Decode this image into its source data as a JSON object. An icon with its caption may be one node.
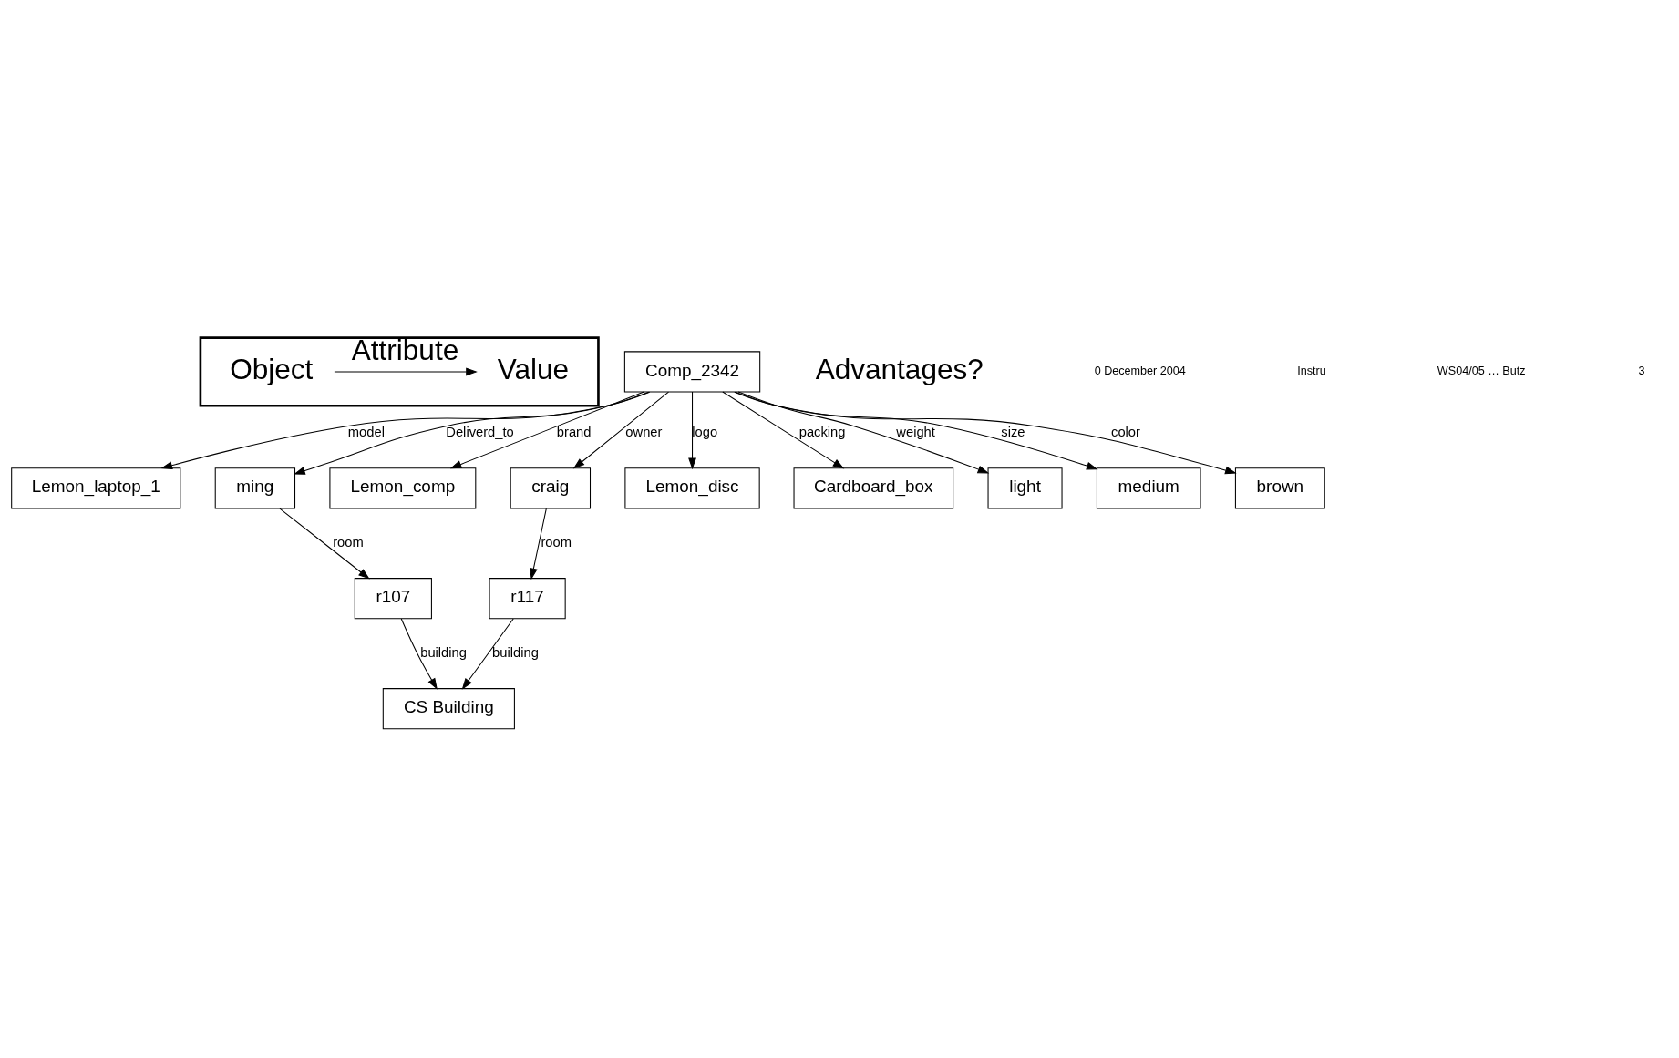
{
  "diagram": {
    "nodes": [
      {
        "text": [],
        "shape": "box"
      },
      {
        "text": [
          "Object"
        ],
        "in": 0
      },
      {
        "text": [
          "Value"
        ],
        "in": 0
      },
      {
        "text": [
          "CS Building"
        ]
      },
      {
        "text": [
          "r107"
        ]
      },
      {
        "text": [
          "r117"
        ]
      },
      {
        "text": [
          "Lemon_laptop_1"
        ]
      },
      {
        "text": [
          "ming"
        ]
      },
      {
        "text": [
          "Lemon_comp"
        ]
      },
      {
        "text": [
          "craig"
        ]
      },
      {
        "text": [
          "Comp_2342"
        ]
      },
      {
        "text": [
          "Lemon_disc"
        ]
      },
      {
        "text": [
          "Cardboard_box"
        ]
      },
      {
        "text": [
          "light"
        ]
      },
      {
        "text": [
          "medium"
        ]
      },
      {
        "text": [
          "brown"
        ]
      }
    ],
    "edges": [
      {
        "from": 1,
        "to": 2,
        "arrow": "to",
        "label": "Attribute"
      },
      {
        "from": 4,
        "to": 3,
        "arrow": "to",
        "label": "building"
      },
      {
        "from": 5,
        "to": 3,
        "arrow": "to",
        "label": "building"
      },
      {
        "from": 7,
        "to": 4,
        "arrow": "to",
        "label": "room"
      },
      {
        "from": 9,
        "to": 5,
        "arrow": "to",
        "label": "room"
      },
      {
        "from": 10,
        "to": 6,
        "arrow": "to",
        "label": "model"
      },
      {
        "from": 10,
        "to": 7,
        "arrow": "to",
        "label": "Deliverd_to"
      },
      {
        "from": 10,
        "to": 8,
        "arrow": "to",
        "label": "brand"
      },
      {
        "from": 10,
        "to": 9,
        "arrow": "to",
        "label": "owner"
      },
      {
        "from": 10,
        "to": 11,
        "arrow": "to",
        "label": "logo"
      },
      {
        "from": 10,
        "to": 12,
        "arrow": "to",
        "label": "packing"
      },
      {
        "from": 10,
        "to": 13,
        "arrow": "to",
        "label": "weight"
      },
      {
        "from": 10,
        "to": 14,
        "arrow": "to",
        "label": "size"
      },
      {
        "from": 10,
        "to": 15,
        "arrow": "to",
        "label": "color"
      }
    ],
    "labels": [
      "Advantages?",
      "0 December 2004",
      "Instru",
      "WS04/05 … Butz",
      "3"
    ]
  }
}
